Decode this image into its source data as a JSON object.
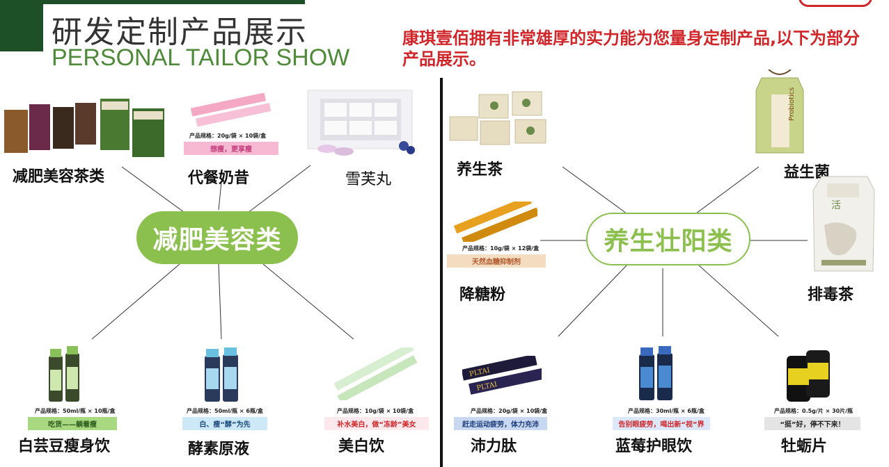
{
  "header": {
    "title_cn": "研发定制产品展示",
    "title_en": "PERSONAL TAILOR SHOW",
    "description": "康琪壹佰拥有非常雄厚的实力能为您量身定制产品,以下为部分产品展示。"
  },
  "colors": {
    "brand_green": "#1e5028",
    "accent_green": "#8cc04e",
    "red": "#d0262a"
  },
  "left_group": {
    "center_label": "减肥美容类",
    "products": [
      {
        "label": "减肥美容茶类"
      },
      {
        "label": "代餐奶昔",
        "spec": "产品规格：20g/袋 × 10袋/盒",
        "banner": "想瘦，更享瘦"
      },
      {
        "label": "雪芙丸"
      },
      {
        "label": "白芸豆瘦身饮",
        "spec": "产品规格：50ml/瓶 × 10瓶/盒",
        "banner": "吃货——躺着瘦"
      },
      {
        "label": "酵素原液",
        "spec": "产品规格：50ml/瓶 × 6瓶/盒",
        "banner": "白、瘦“酵”为先"
      },
      {
        "label": "美白饮",
        "spec": "产品规格：10g/袋 × 10袋/盒",
        "banner": "补水美白，做“冻龄”美女"
      }
    ]
  },
  "right_group": {
    "center_label": "养生壮阳类",
    "products": [
      {
        "label": "养生茶"
      },
      {
        "label": "益生菌"
      },
      {
        "label": "降糖粉",
        "spec": "产品规格：10g/袋 × 12袋/盒",
        "banner": "天然血糖抑制剂"
      },
      {
        "label": "排毒茶"
      },
      {
        "label": "沛力肽",
        "spec": "产品规格：20g/袋 × 10袋/盒",
        "banner": "赶走运动疲劳，体力充沛"
      },
      {
        "label": "蓝莓护眼饮",
        "spec": "产品规格：30ml/瓶 × 6瓶/盒",
        "banner": "告别眼疲劳，喝出新“视”界"
      },
      {
        "label": "牡蛎片",
        "spec": "产品规格：0.5g/片 × 30片/瓶",
        "banner": "“挺”好，停不下来！"
      }
    ]
  }
}
